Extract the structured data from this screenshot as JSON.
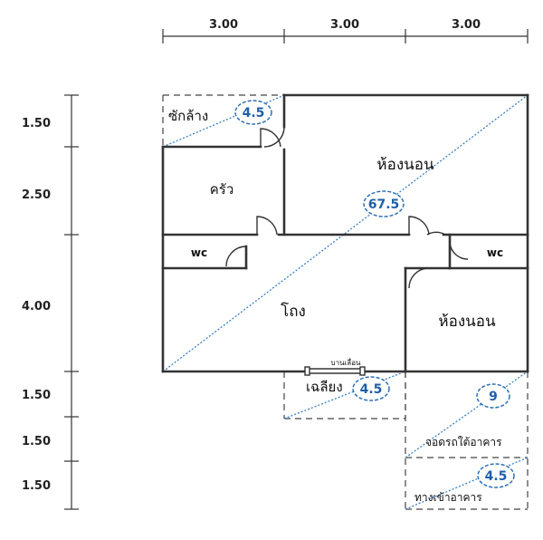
{
  "colors": {
    "wall": "#333333",
    "diag": "#3a7fc0",
    "badge_stroke": "#2e6fb5",
    "badge_text": "#1f5fa8",
    "dim_line": "#333333"
  },
  "top_dimensions": [
    "3.00",
    "3.00",
    "3.00"
  ],
  "side_dimensions": [
    "1.50",
    "2.50",
    "4.00",
    "1.50",
    "1.50",
    "1.50"
  ],
  "rooms": {
    "sink": "ซักล้าง",
    "kitchen": "ครัว",
    "bedroom_top": "ห้องนอน",
    "wc_left": "wc",
    "wc_right": "wc",
    "hall": "โถง",
    "bedroom_bottom": "ห้องนอน",
    "porch": "เฉลียง",
    "sliding_door": "บานเลื่อน",
    "parking": "จอดรถใต้อาคาร",
    "entrance": "ทางเข้าอาคาร"
  },
  "areas": {
    "sink": "4.5",
    "main": "67.5",
    "porch": "4.5",
    "parking": "9",
    "entrance": "4.5"
  }
}
